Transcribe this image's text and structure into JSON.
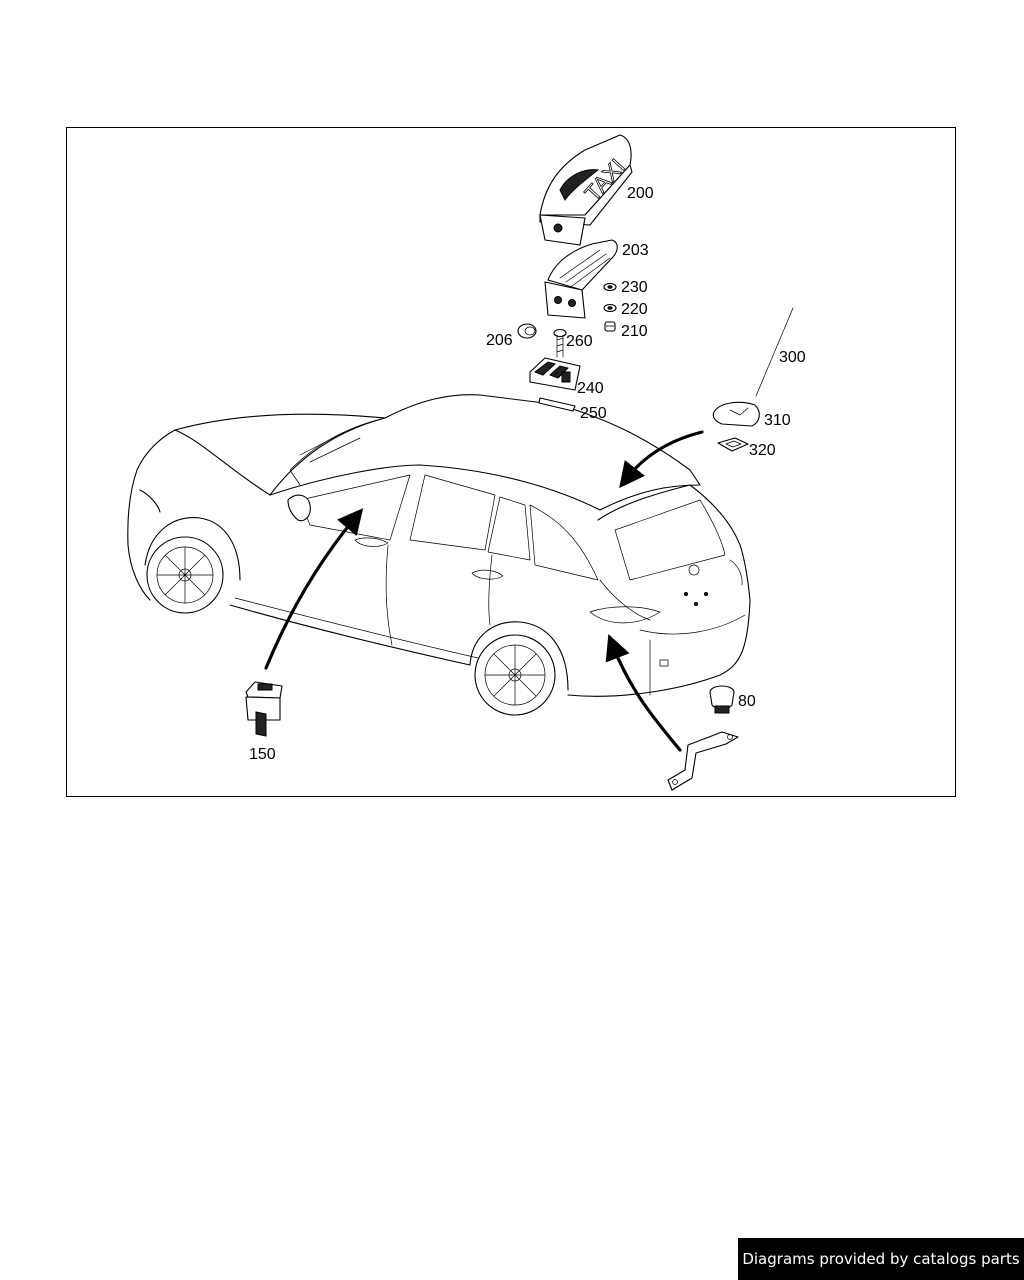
{
  "callouts": {
    "p200": "200",
    "p203": "203",
    "p230": "230",
    "p220": "220",
    "p210": "210",
    "p206": "206",
    "p260": "260",
    "p240": "240",
    "p250": "250",
    "p300": "300",
    "p310": "310",
    "p320": "320",
    "p80": "80",
    "p150": "150"
  },
  "taxi_sign_text": "TAXI",
  "footer": {
    "credit": "Diagrams provided by catalogs parts"
  }
}
